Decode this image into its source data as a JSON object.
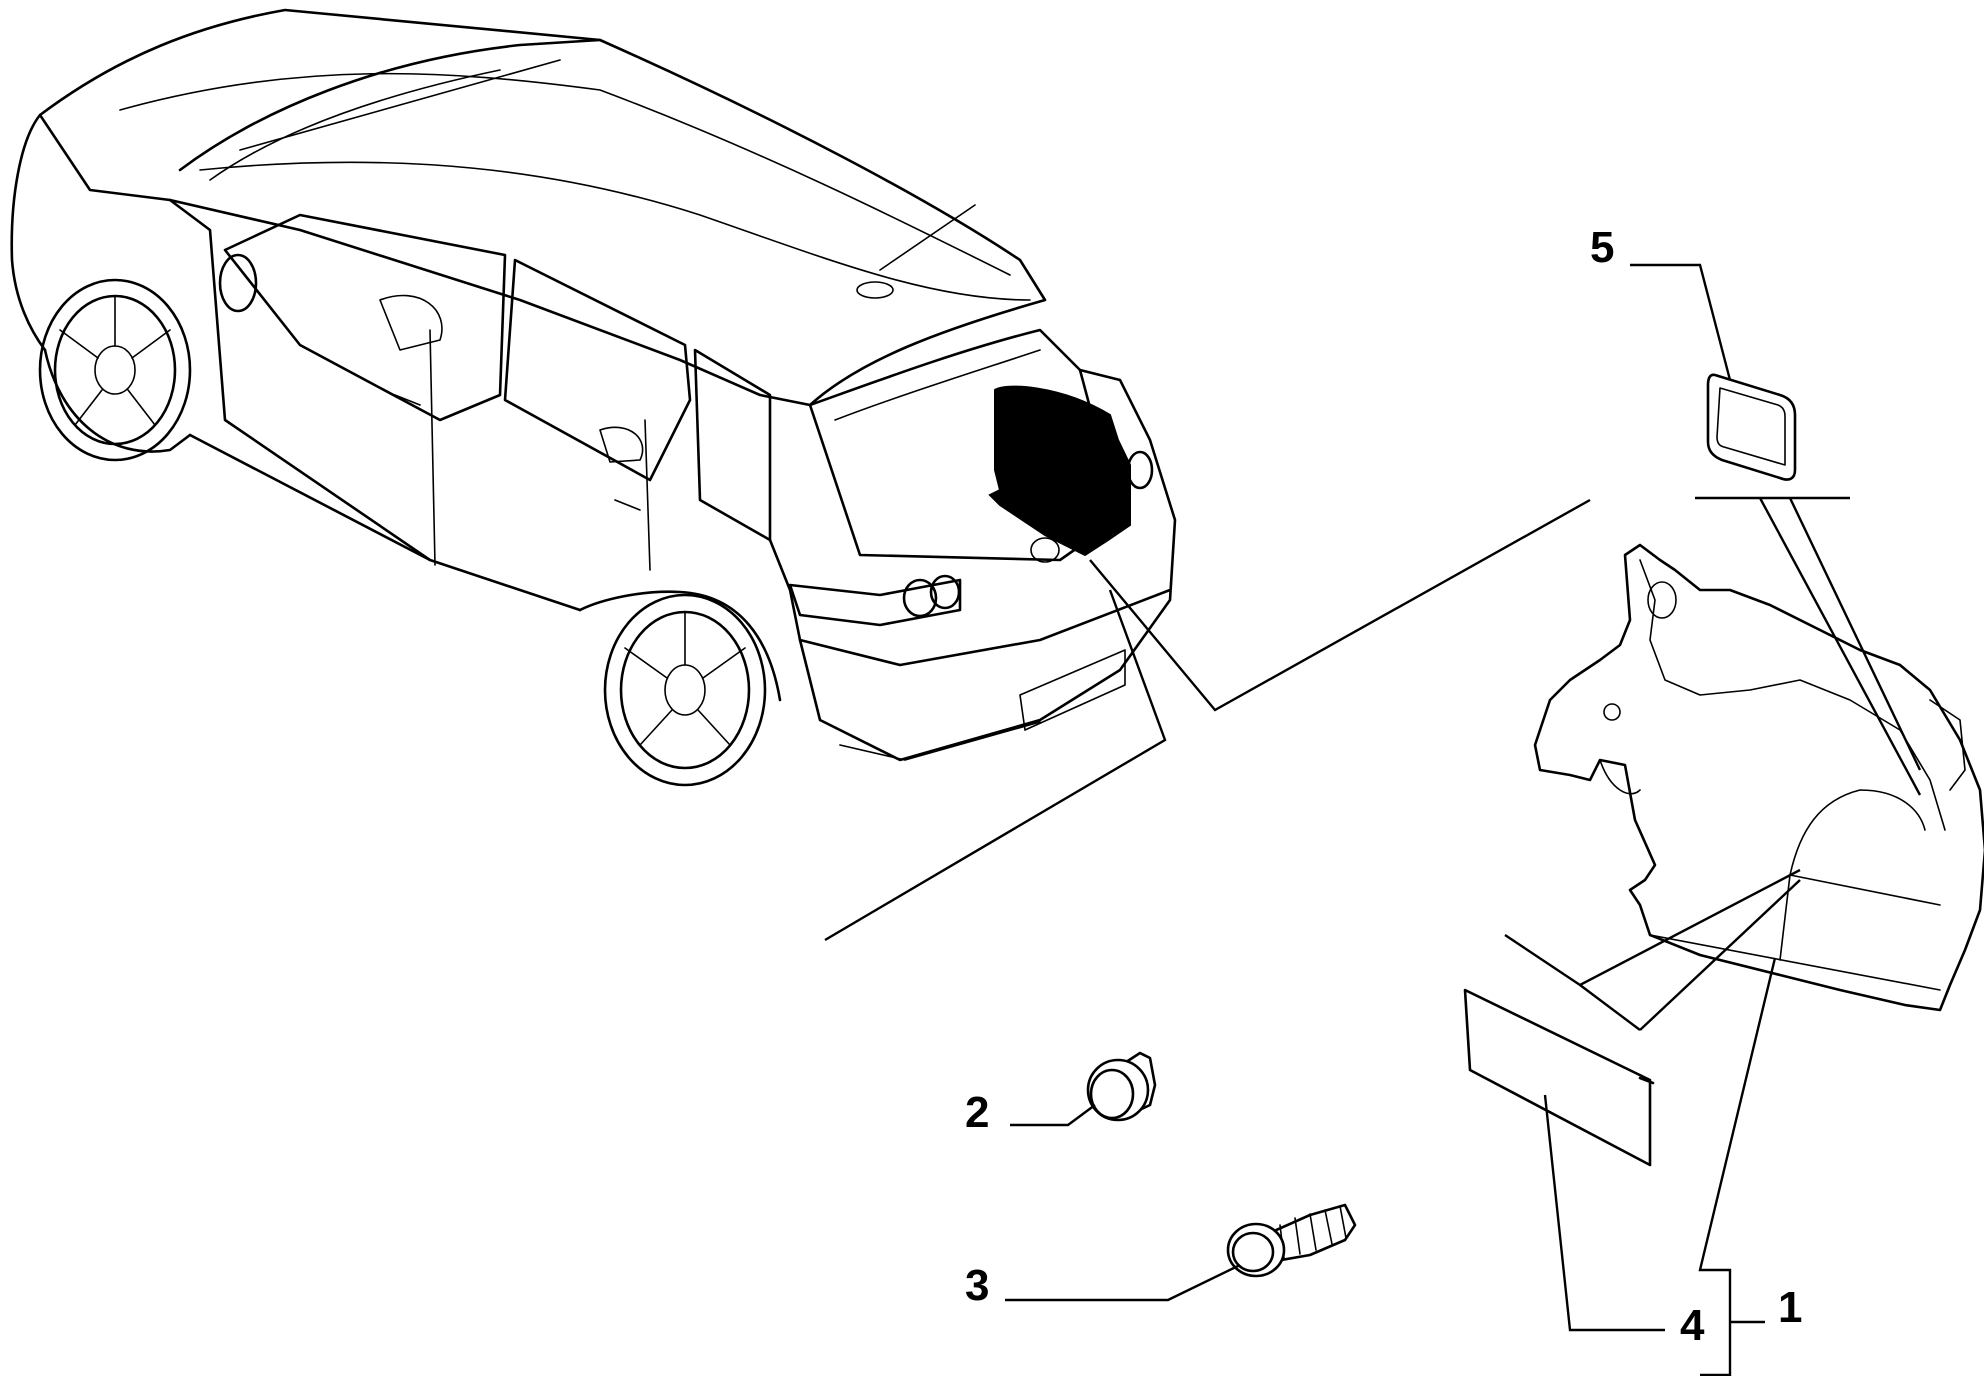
{
  "callouts": {
    "c1": "1",
    "c2": "2",
    "c3": "3",
    "c4": "4",
    "c5": "5"
  },
  "colors": {
    "line": "#000000",
    "background": "#ffffff",
    "highlight": "#000000"
  }
}
